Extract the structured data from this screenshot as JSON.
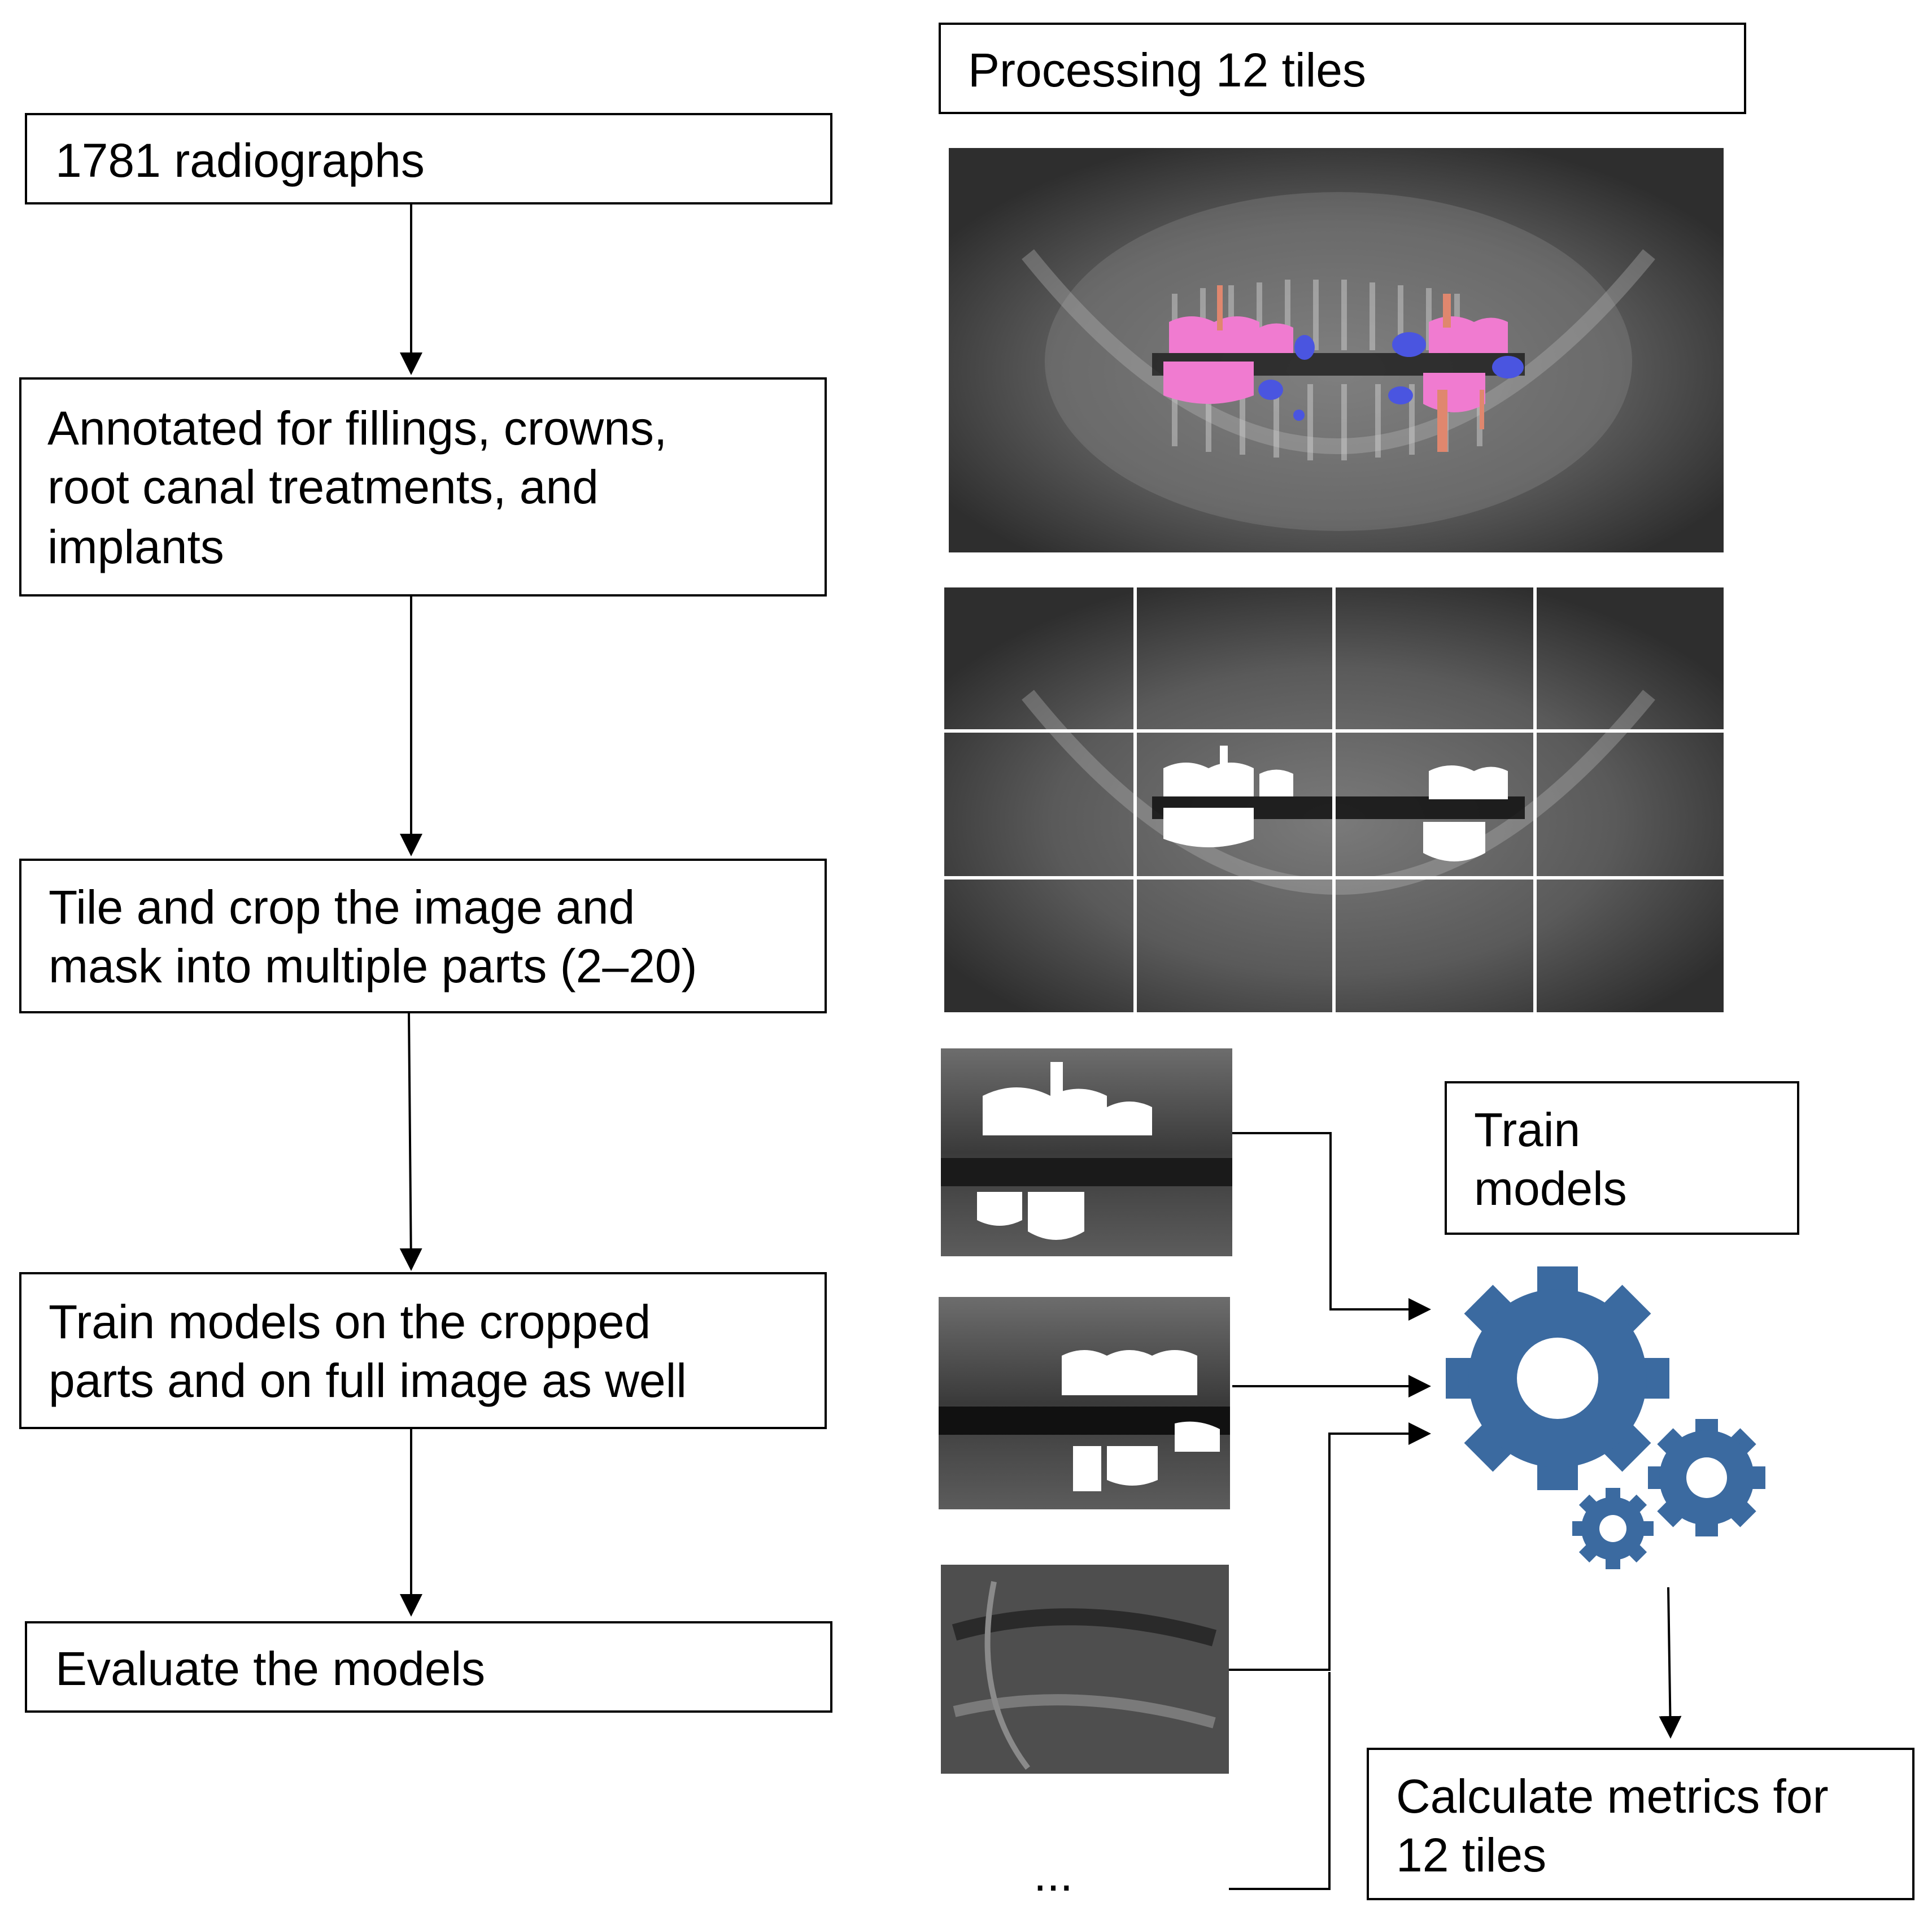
{
  "flow": {
    "step1": "1781 radiographs",
    "step2_l1": "Annotated for fillings, crowns,",
    "step2_l2": "root canal treatments, and",
    "step2_l3": "implants",
    "step3_l1": "Tile and crop the image and",
    "step3_l2": "mask into multiple parts (2–20)",
    "step4_l1": "Train models on the cropped",
    "step4_l2": "parts and on full image as well",
    "step5": "Evaluate the models"
  },
  "right": {
    "processing": "Processing 12 tiles",
    "train_l1": "Train",
    "train_l2": "models",
    "metrics_l1": "Calculate metrics for",
    "metrics_l2": "12 tiles",
    "ellipsis": "..."
  },
  "colors": {
    "gear": "#3b6aa0",
    "filling": "#f07bd0",
    "crown_dark": "#4a55e0",
    "root_canal": "#e0876e"
  },
  "icons": [
    "gear-large-icon",
    "gear-medium-icon",
    "gear-small-icon"
  ]
}
